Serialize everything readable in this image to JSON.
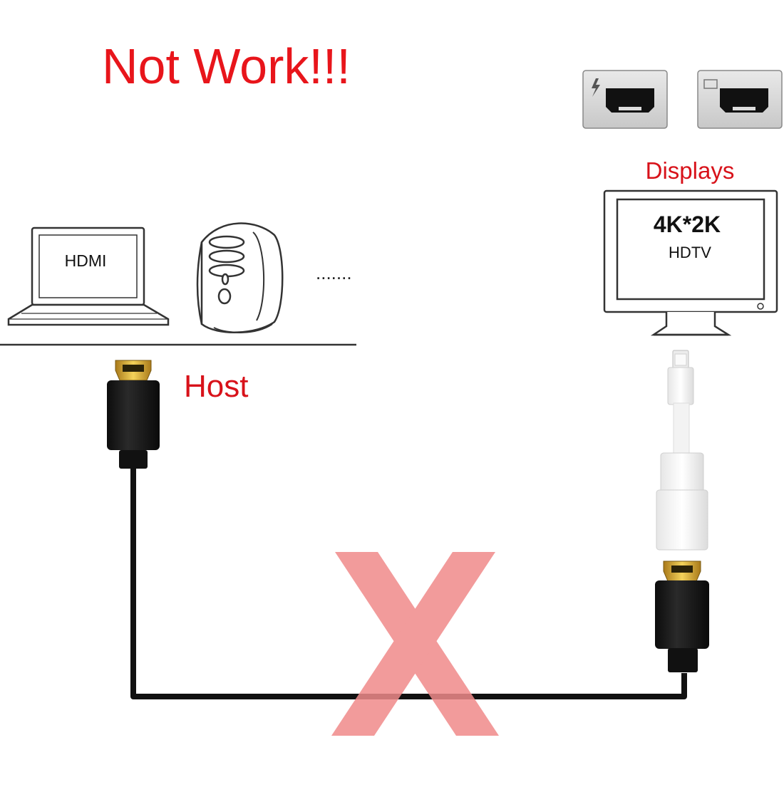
{
  "headline": "Not Work!!!",
  "labels": {
    "laptop_screen": "HDMI",
    "ellipsis": ".......",
    "host": "Host",
    "displays": "Displays",
    "monitor_line1": "4K*2K",
    "monitor_line2": "HDTV"
  },
  "colors": {
    "headline": "#e8151b",
    "label_red": "#d8121a",
    "cross": "#f08a8a",
    "cable": "#111111",
    "connector_gold": "#d4a52a",
    "port_panel": "#d9d9d9"
  }
}
